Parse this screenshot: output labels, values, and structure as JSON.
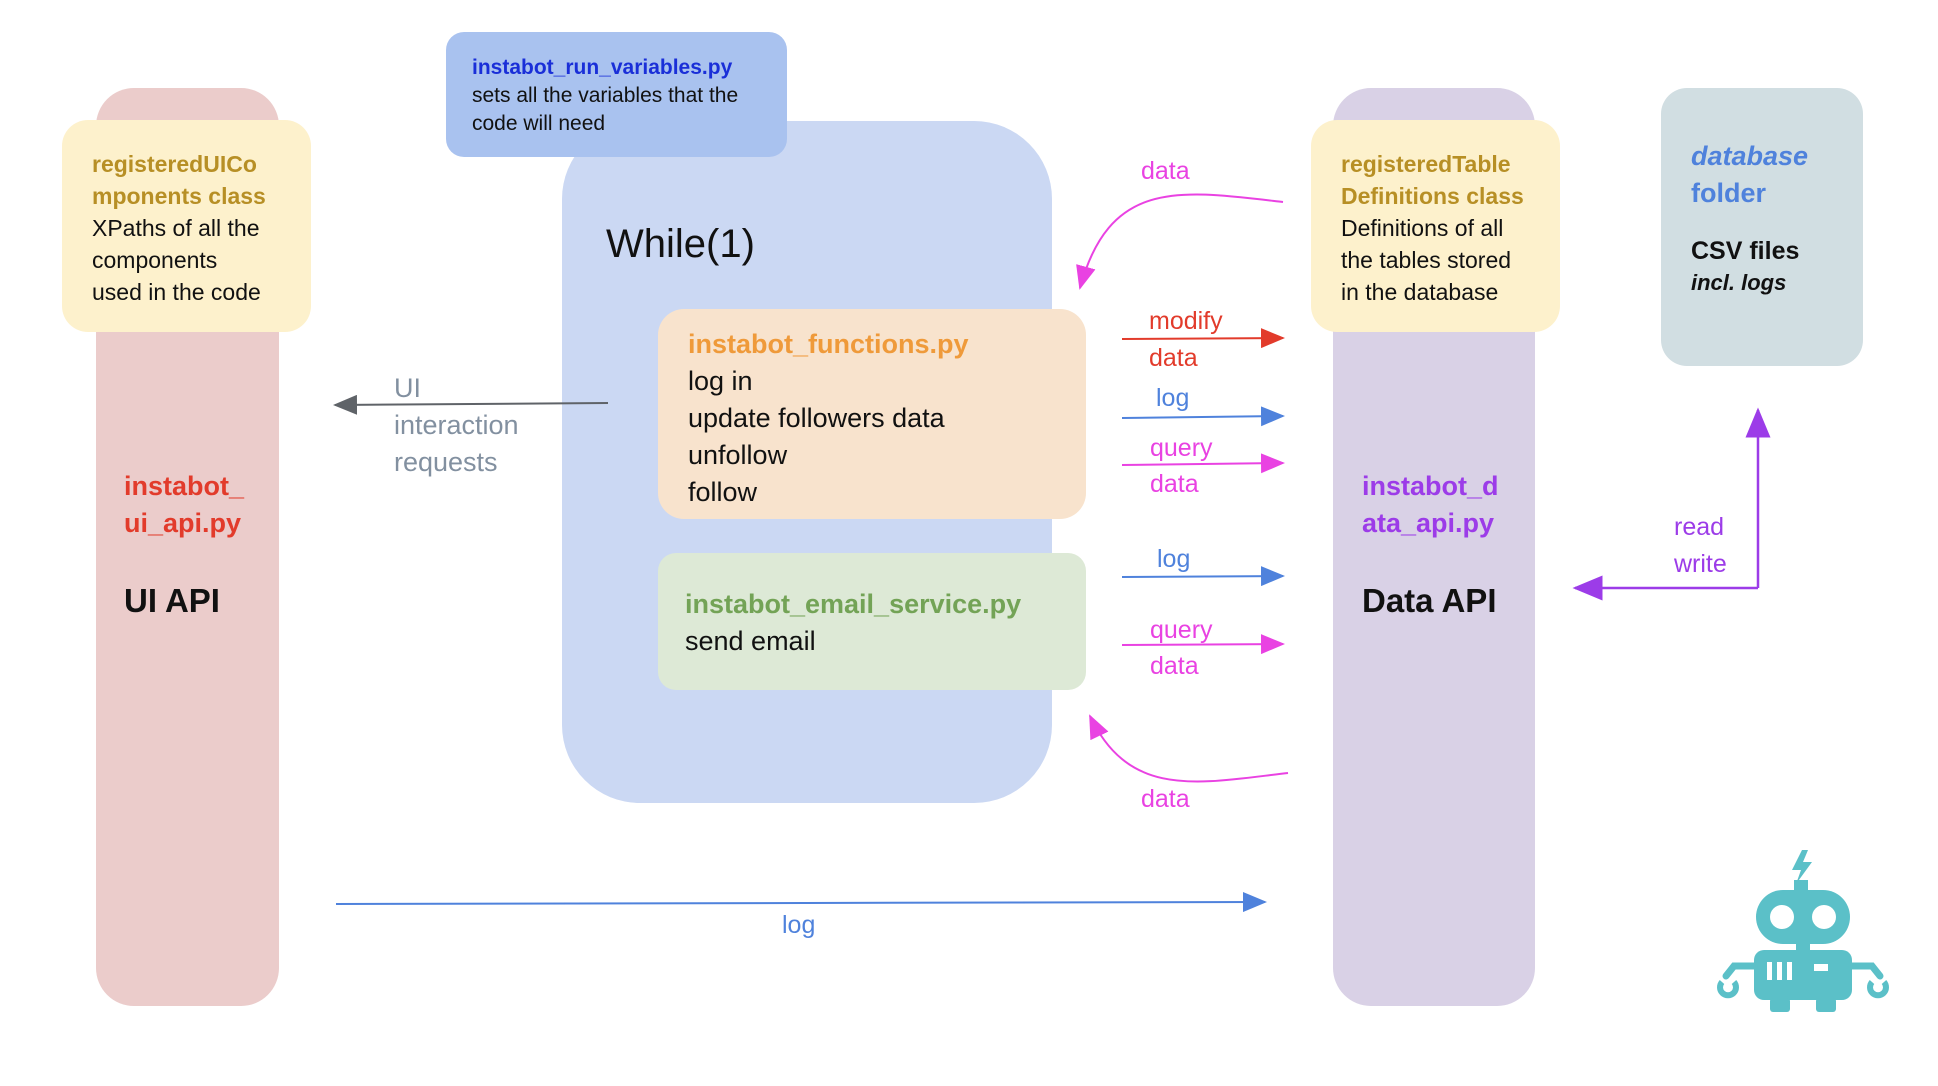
{
  "colors": {
    "ui_column": "#ebcccb",
    "data_column": "#d9d1e6",
    "yellow_card": "#fdf1cc",
    "while_box": "#cbd8f3",
    "run_vars_box": "#a9c2ef",
    "functions_box": "#f8e3cd",
    "email_box": "#dde9d6",
    "db_folder_box": "#d1dee2",
    "red": "#e23b2b",
    "blue": "#4f82dc",
    "magenta": "#e942e2",
    "purple": "#9c3ce8",
    "gray": "#5f6368",
    "gold": "#b78f25",
    "orange": "#ef9a3a",
    "green": "#73a356",
    "robot": "#5bc0c8"
  },
  "ui_api": {
    "card_title": [
      "registeredUICo",
      "mponents class"
    ],
    "card_body": [
      "XPaths of all the",
      "components",
      "used in the code"
    ],
    "file": [
      "instabot_",
      "ui_api.py"
    ],
    "name": "UI API"
  },
  "run_variables": {
    "file": "instabot_run_variables.py",
    "body": [
      "sets all the variables that the",
      "code will need"
    ]
  },
  "loop": {
    "title": "While(1)",
    "functions": {
      "file": "instabot_functions.py",
      "items": [
        "log in",
        "update followers data",
        "unfollow",
        "follow"
      ]
    },
    "email": {
      "file": "instabot_email_service.py",
      "items": [
        "send email"
      ]
    }
  },
  "ui_requests_label": [
    "UI",
    "interaction",
    "requests"
  ],
  "data_api": {
    "card_title": [
      "registeredTable",
      "Definitions class"
    ],
    "card_body": [
      "Definitions of all",
      "the tables stored",
      "in the database"
    ],
    "file": [
      "instabot_d",
      "ata_api.py"
    ],
    "name": "Data API"
  },
  "database": {
    "title": [
      "database",
      "folder"
    ],
    "body": "CSV files",
    "sub": "incl. logs"
  },
  "flows": {
    "data_top": "data",
    "modify": [
      "modify",
      "data"
    ],
    "log_1": "log",
    "query_1": [
      "query",
      "data"
    ],
    "log_2": "log",
    "query_2": [
      "query",
      "data"
    ],
    "data_bottom": "data",
    "read_write": [
      "read",
      "write"
    ],
    "log_bottom": "log"
  },
  "robot_icon": "robot-icon"
}
